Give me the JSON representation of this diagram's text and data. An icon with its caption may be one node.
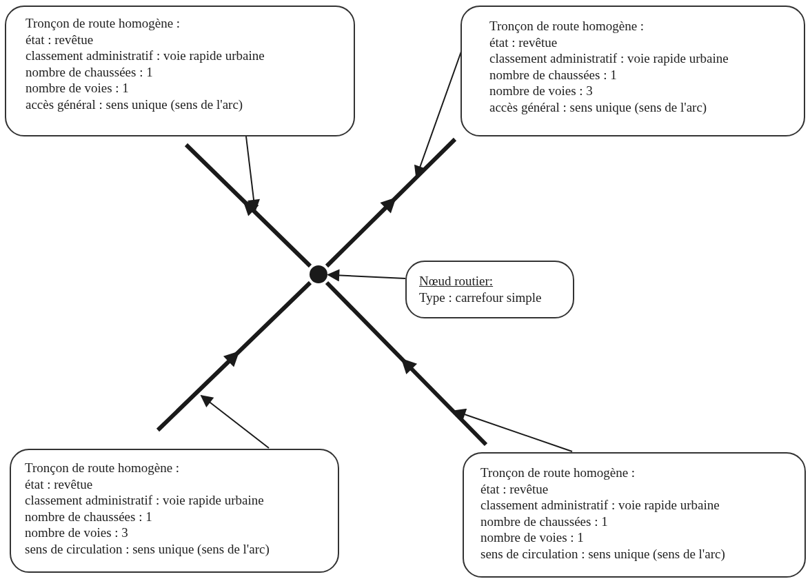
{
  "diagram": {
    "nodes": [
      {
        "text": [
          "Tronçon de route homogène :",
          "état : revêtue",
          "classement administratif : voie rapide urbaine",
          "nombre de chaussées : 1",
          "nombre de voies : 1",
          "accès général : sens unique (sens de l'arc)"
        ]
      },
      {
        "text": [
          "Tronçon de route homogène :",
          "état : revêtue",
          "classement administratif : voie rapide urbaine",
          "nombre de chaussées : 1",
          "nombre de voies : 3",
          "accès général : sens unique (sens de l'arc)"
        ]
      },
      {
        "text": [
          "Nœud routier:",
          "Type : carrefour simple"
        ]
      },
      {
        "text": [
          "Tronçon de route homogène :",
          "état : revêtue",
          "classement administratif : voie rapide urbaine",
          "nombre de chaussées : 1",
          "nombre de voies : 3",
          "sens de circulation : sens unique (sens de l'arc)"
        ]
      },
      {
        "text": [
          "Tronçon de route homogène :",
          "état : revêtue",
          "classement administratif : voie rapide urbaine",
          "nombre de chaussées : 1",
          "nombre de voies : 1",
          "sens de circulation : sens unique (sens de l'arc)"
        ]
      },
      {
        "text": [],
        "shape": "circle"
      },
      {
        "text": [],
        "shape": "bar"
      },
      {
        "text": [],
        "shape": "bar"
      },
      {
        "text": [],
        "shape": "bar"
      },
      {
        "text": [],
        "shape": "bar"
      }
    ],
    "edges": [
      {
        "from": 0,
        "to": 6,
        "arrow": "to"
      },
      {
        "from": 1,
        "to": 7,
        "arrow": "to"
      },
      {
        "from": 2,
        "to": 5,
        "arrow": "to"
      },
      {
        "from": 3,
        "to": 8,
        "arrow": "to"
      },
      {
        "from": 4,
        "to": 9,
        "arrow": "to"
      }
    ]
  }
}
